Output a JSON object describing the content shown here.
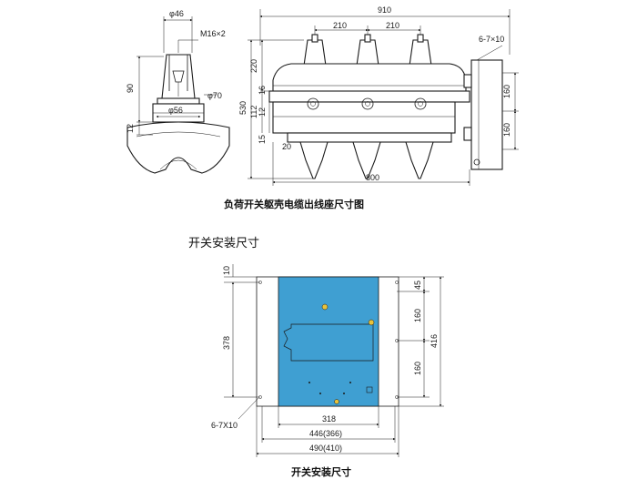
{
  "top_figure": {
    "caption": "负荷开关躯壳电缆出线座尺寸图",
    "side_view": {
      "dim_top_diameter": "φ46",
      "dim_thread": "M16×2",
      "dim_diameter_70": "φ70",
      "dim_diameter_56": "φ56",
      "dim_height_90": "90",
      "dim_height_12": "12"
    },
    "front_view": {
      "dim_total_width": "910",
      "dim_pitch_left": "210",
      "dim_pitch_right": "210",
      "dim_holes": "6-7×10",
      "dim_height_220": "220",
      "dim_height_530": "530",
      "dim_height_112": "112",
      "dim_height_16": "16",
      "dim_height_12": "12",
      "dim_height_15": "15",
      "dim_offset_20": "20",
      "dim_right_160_a": "160",
      "dim_right_160_b": "160",
      "dim_base_width": "800"
    }
  },
  "bottom_figure": {
    "title": "开关安装尺寸",
    "caption": "开关安装尺寸",
    "panel_color": "#3f9fd2",
    "dim_top_10": "10",
    "dim_height_378": "378",
    "dim_holes": "6-7X10",
    "dim_right_45": "45",
    "dim_right_160_a": "160",
    "dim_right_160_b": "160",
    "dim_height_416": "416",
    "dim_width_318": "318",
    "dim_width_446": "446(366)",
    "dim_width_490": "490(410)"
  }
}
